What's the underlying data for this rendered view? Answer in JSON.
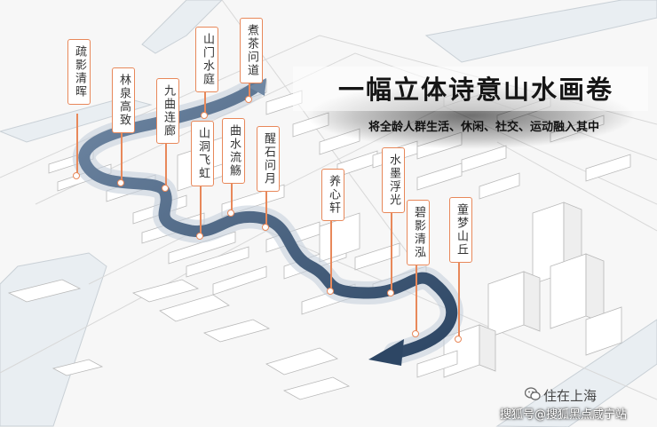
{
  "headline": "一幅立体诗意山水画卷",
  "subline": "将全龄人群生活、休闲、社交、运动融入其中",
  "labels": [
    {
      "id": "shuying-qinghui",
      "text": "疏影清晖"
    },
    {
      "id": "linquan-gaozhi",
      "text": "林泉高致"
    },
    {
      "id": "jiuqu-lianlang",
      "text": "九曲连廊"
    },
    {
      "id": "shanmen-shuiting",
      "text": "山门水庭"
    },
    {
      "id": "zhucha-wendao",
      "text": "煮茶问道"
    },
    {
      "id": "shandong-feihong",
      "text": "山洞飞虹"
    },
    {
      "id": "qushui-liushang",
      "text": "曲水流觞"
    },
    {
      "id": "xingshi-wenyue",
      "text": "醒石问月"
    },
    {
      "id": "yangxin-xuan",
      "text": "养心轩"
    },
    {
      "id": "shuimo-fuguang",
      "text": "水墨浮光"
    },
    {
      "id": "biying-qinghong",
      "text": "碧影清泓"
    },
    {
      "id": "tongmeng-shanqiu",
      "text": "童梦山丘"
    }
  ],
  "watermark": {
    "brand": "住在上海",
    "source": "搜狐号@搜狐黑点咸宁站"
  },
  "colors": {
    "accent": "#e8885a",
    "river": "#3f5a7a",
    "ink": "#151515"
  }
}
